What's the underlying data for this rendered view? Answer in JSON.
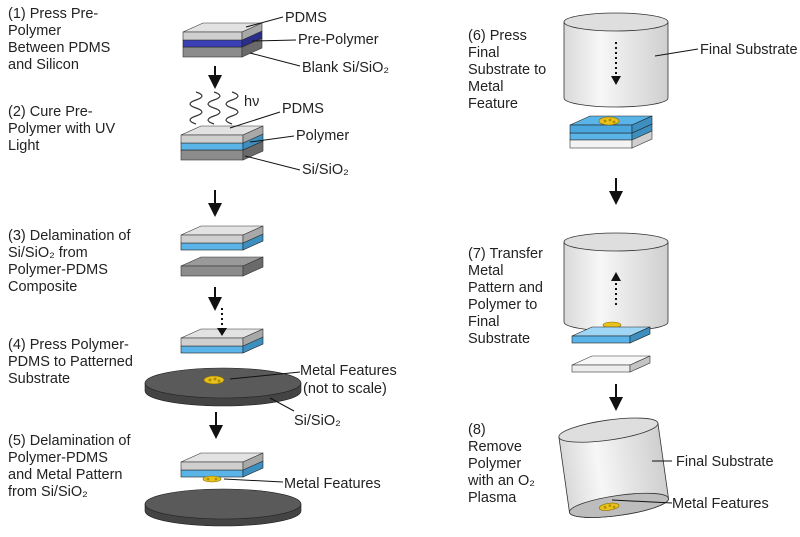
{
  "steps": [
    {
      "text": "(1) Press Pre-\nPolymer\nBetween PDMS\nand Silicon"
    },
    {
      "text": "(2) Cure Pre-\nPolymer with UV\nLight"
    },
    {
      "text": "(3) Delamination of\nSi/SiO₂ from\nPolymer-PDMS\nComposite"
    },
    {
      "text": "(4) Press Polymer-\nPDMS to Patterned\nSubstrate"
    },
    {
      "text": "(5) Delamination of\nPolymer-PDMS\nand Metal Pattern\nfrom Si/SiO₂"
    },
    {
      "text": "(6) Press\nFinal\nSubstrate to\nMetal\nFeature"
    },
    {
      "text": "(7) Transfer\nMetal\nPattern and\nPolymer to\nFinal\nSubstrate"
    },
    {
      "text": "(8)\nRemove\nPolymer\nwith an O₂\nPlasma"
    }
  ],
  "labels": {
    "pdms_1": "PDMS",
    "prepolymer": "Pre-Polymer",
    "blank_si": "Blank Si/SiO₂",
    "hv": "hν",
    "pdms_2": "PDMS",
    "polymer": "Polymer",
    "si_sio2_2": "Si/SiO₂",
    "metal_features_4": "Metal Features",
    "not_to_scale": "(not to scale)",
    "si_sio2_4": "Si/SiO₂",
    "metal_features_5": "Metal Features",
    "final_substrate_6": "Final Substrate",
    "final_substrate_8": "Final Substrate",
    "metal_features_8": "Metal Features"
  },
  "colors": {
    "pdms": "#cfcfcf",
    "pdms_side": "#a8a8a8",
    "prepolymer": "#3a3fb5",
    "polymer": "#5ab4e8",
    "silicon": "#8c8c8c",
    "silicon_side": "#6a6a6a",
    "wafer": "#555555",
    "metal": "#e8c21a",
    "cylinder": "#efefef",
    "arrow": "#111111"
  }
}
